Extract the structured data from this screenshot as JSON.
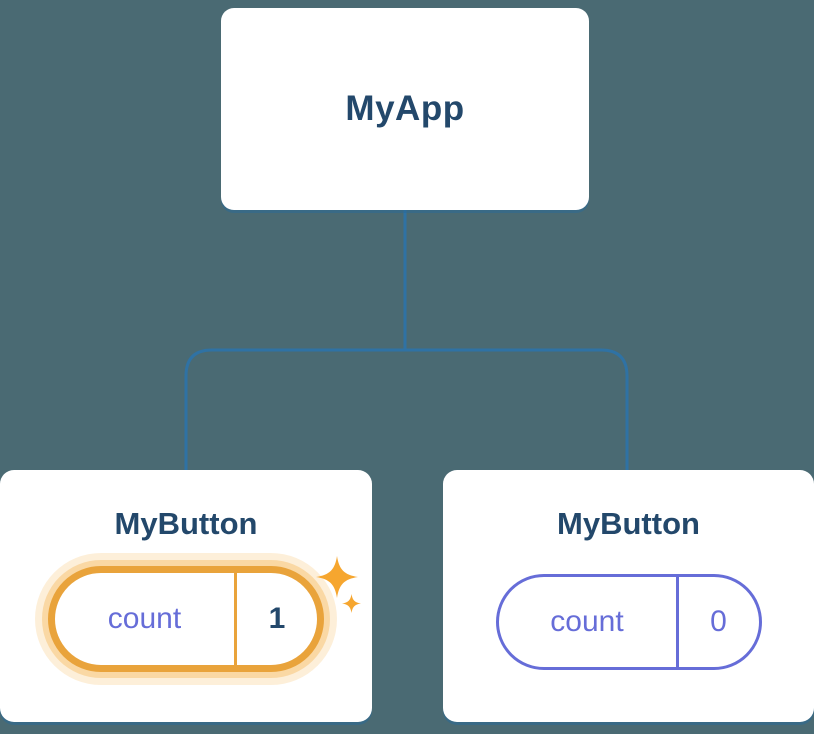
{
  "colors": {
    "bg": "#4a6a73",
    "line": "#2f72a4",
    "card": "#ffffff",
    "navy": "#23486b",
    "purple": "#666dd8",
    "orange": "#e9a33b",
    "sparkle": "#f6a62f",
    "orange_halo_inner": "rgba(247,196,120,0.55)",
    "orange_halo_outer": "rgba(247,196,120,0.28)"
  },
  "tree": {
    "root": {
      "label": "MyApp"
    },
    "children": [
      {
        "label": "MyButton",
        "state": {
          "key": "count",
          "value": "1"
        },
        "highlighted": true
      },
      {
        "label": "MyButton",
        "state": {
          "key": "count",
          "value": "0"
        },
        "highlighted": false
      }
    ]
  },
  "icons": {
    "sparkle_large": "sparkle-icon",
    "sparkle_small": "sparkle-icon"
  }
}
